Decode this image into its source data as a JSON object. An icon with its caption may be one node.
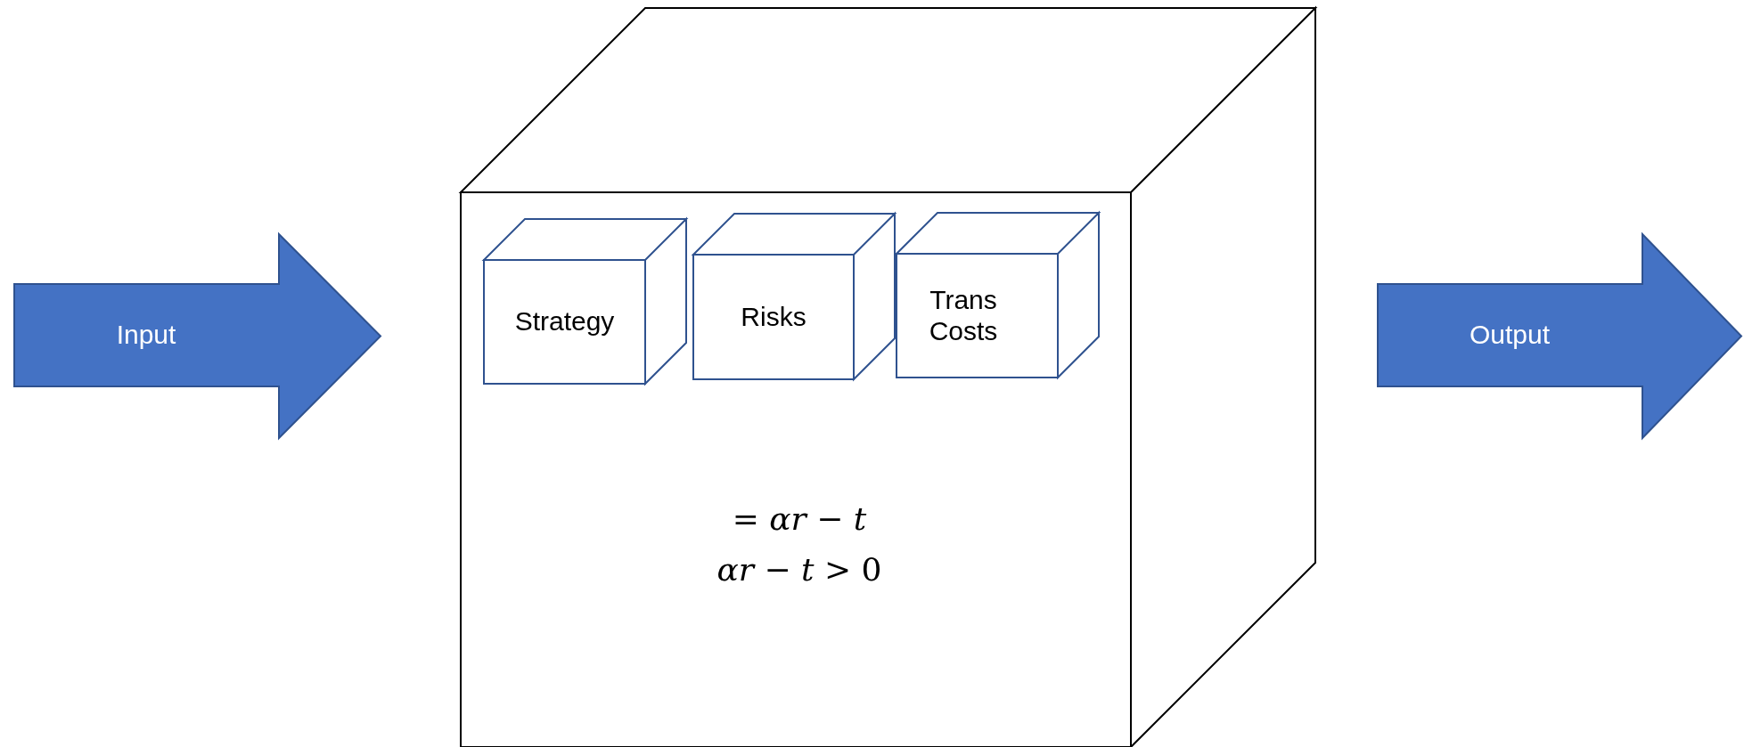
{
  "diagram": {
    "nodes": [
      {
        "text": [
          "Input"
        ]
      },
      {
        "text": [
          "= *αr* − *t*",
          "*αr* − *t* > 0"
        ]
      },
      {
        "text": [
          "Strategy"
        ],
        "in": 1
      },
      {
        "text": [
          "Risks"
        ],
        "in": 1
      },
      {
        "text": [
          "Trans Costs"
        ],
        "in": 1
      },
      {
        "text": [
          "Output"
        ]
      }
    ],
    "edges": []
  }
}
